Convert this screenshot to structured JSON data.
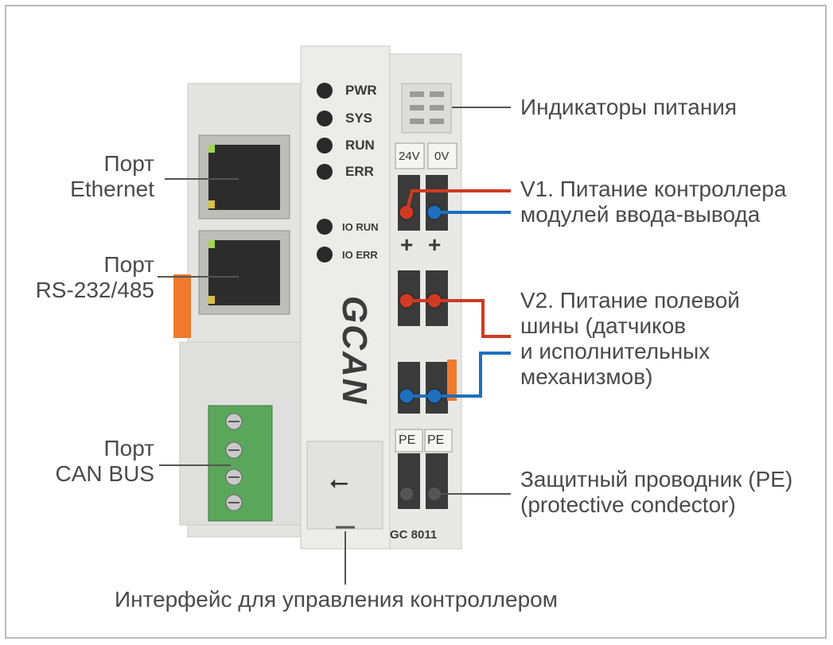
{
  "labels": {
    "ethernet": [
      "Порт",
      "Ethernet"
    ],
    "rs232": [
      "Порт",
      "RS-232/485"
    ],
    "canbus": [
      "Порт",
      "CAN BUS"
    ],
    "power_leds": "Индикаторы питания",
    "v1": [
      "V1. Питание контроллера",
      "модулей ввода-вывода"
    ],
    "v2": [
      "V2. Питание полевой",
      "шины (датчиков",
      "и исполнительных",
      "механизмов)"
    ],
    "pe": [
      "Защитный проводник (PE)",
      "(protective condector)"
    ],
    "usb_interface": "Интерфейс для управления контроллером"
  },
  "device": {
    "leds": [
      "PWR",
      "SYS",
      "RUN",
      "ERR"
    ],
    "io_leds": [
      "IO RUN",
      "IO ERR"
    ],
    "terminals": [
      "24V",
      "0V"
    ],
    "plus_signs": [
      "+",
      "+"
    ],
    "pe_labels": [
      "PE",
      "PE"
    ],
    "brand": "GCAN",
    "model": "GC 8011"
  },
  "colors": {
    "red_wire": "#d03a22",
    "blue_wire": "#1e6fbd",
    "pointer_line": "#555555",
    "housing": "#e6e6e4",
    "terminal_block": "#5aa65a",
    "latch": "#ef7a2d"
  }
}
